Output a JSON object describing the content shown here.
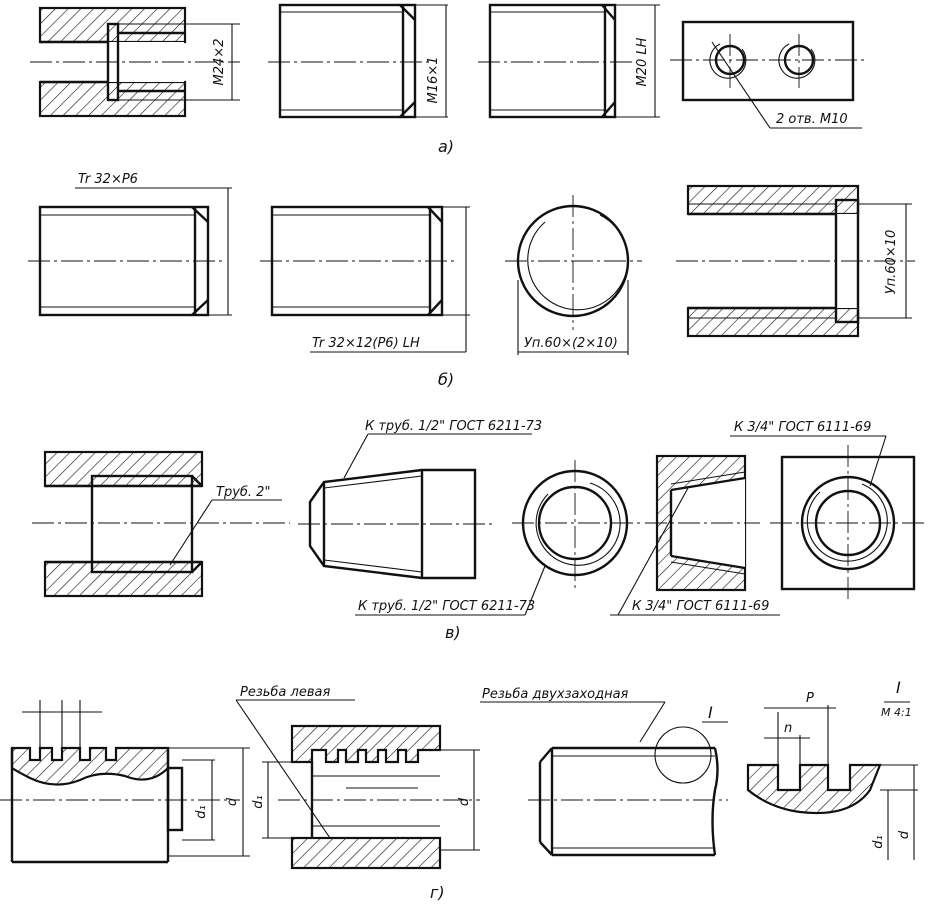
{
  "captions": {
    "a": "а)",
    "b": "б)",
    "v": "в)",
    "g": "г)"
  },
  "labels": {
    "m24": "М24×2",
    "m16": "М16×1",
    "m20": "М20 LH",
    "two_holes": "2 отв. М10",
    "tr32p6": "Tr 32×P6",
    "tr32lh": "Tr 32×12(P6) LH",
    "up60_2": "Уп.60×(2×10)",
    "up60": "Уп.60×10",
    "k_trub_top": "К труб. 1/2\" ГОСТ 6211-73",
    "trub2": "Труб. 2\"",
    "k_trub_bottom": "К труб. 1/2\" ГОСТ 6211-73",
    "k34_bottom": "К 3/4\" ГОСТ 6111-69",
    "k34_top": "К 3/4\" ГОСТ 6111-69",
    "rezba_levaya": "Резьба левая",
    "rezba_dvuh": "Резьба двухзаходная",
    "detail_I": "I",
    "detail_I_scale_top": "I",
    "scale": "М 4:1",
    "P": "P",
    "n": "n",
    "d1_a": "d₁",
    "d_a": "d",
    "d1_b": "d₁",
    "d_b": "d",
    "d1_c": "d₁",
    "d_c": "d"
  }
}
